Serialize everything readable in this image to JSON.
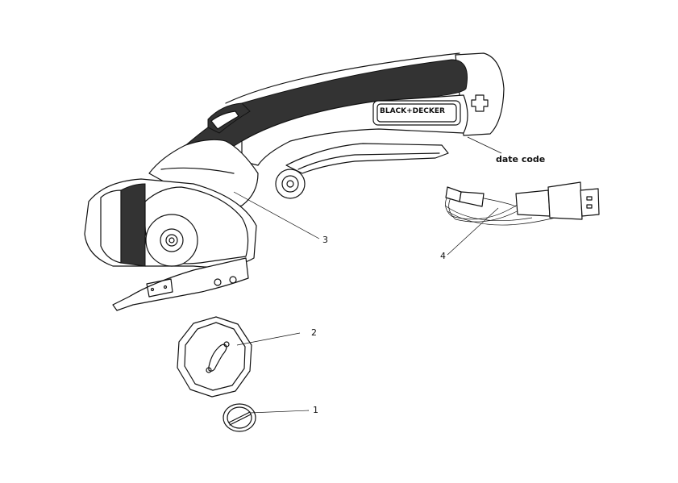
{
  "callouts": [
    {
      "id": "1",
      "text": "1"
    },
    {
      "id": "2",
      "text": "2"
    },
    {
      "id": "3",
      "text": "3"
    },
    {
      "id": "4",
      "text": "4"
    }
  ],
  "date_code_label": "date code",
  "brand_logo": "BLACK+DECKER",
  "parts": [
    "retaining-cap",
    "cutting-blade",
    "cutter-body",
    "usb-cable"
  ]
}
